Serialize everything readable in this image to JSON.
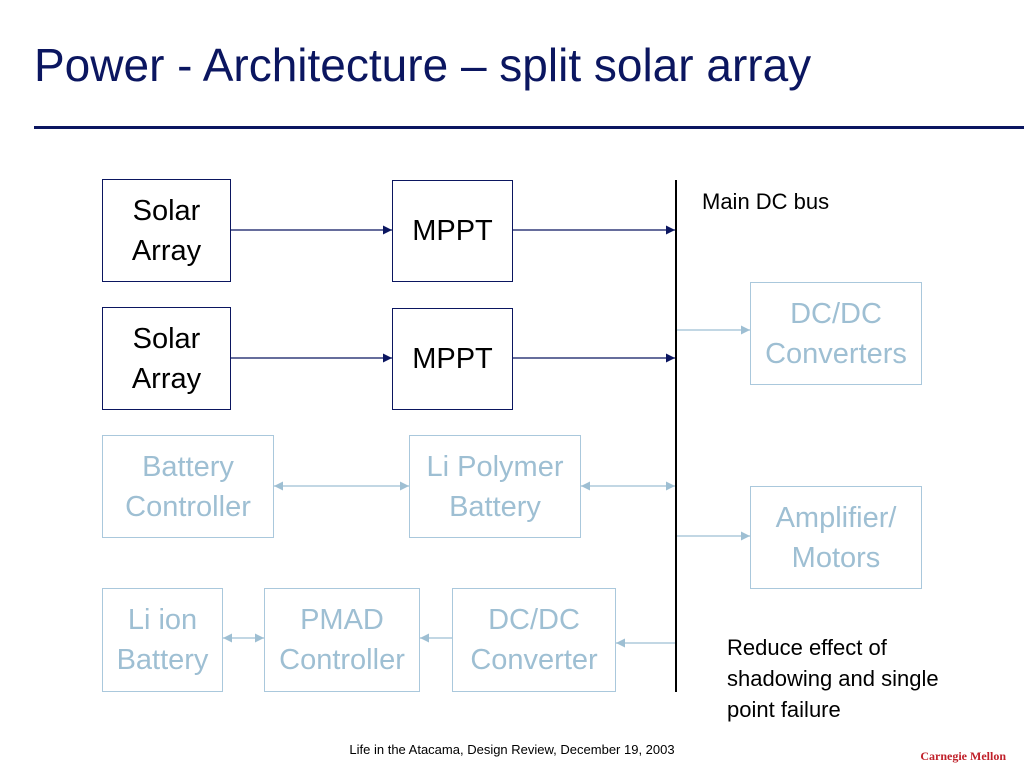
{
  "title": "Power - Architecture – split solar array",
  "colors": {
    "primary": "#0b1660",
    "inactive": "#9ebfd3",
    "brand": "#c0202a"
  },
  "blocks": {
    "solar1": "Solar\nArray",
    "mppt1": "MPPT",
    "solar2": "Solar\nArray",
    "mppt2": "MPPT",
    "battery_controller": "Battery\nController",
    "li_polymer": "Li Polymer\nBattery",
    "li_ion": "Li ion\nBattery",
    "pmad": "PMAD\nController",
    "dcdc_converter": "DC/DC\nConverter",
    "dcdc_converters": "DC/DC\nConverters",
    "amplifier": "Amplifier/\nMotors"
  },
  "bus_label": "Main DC bus",
  "note": "Reduce effect of\nshadowing and single\npoint failure",
  "footer": "Life in the Atacama, Design Review, December 19, 2003",
  "brand": "Carnegie Mellon"
}
